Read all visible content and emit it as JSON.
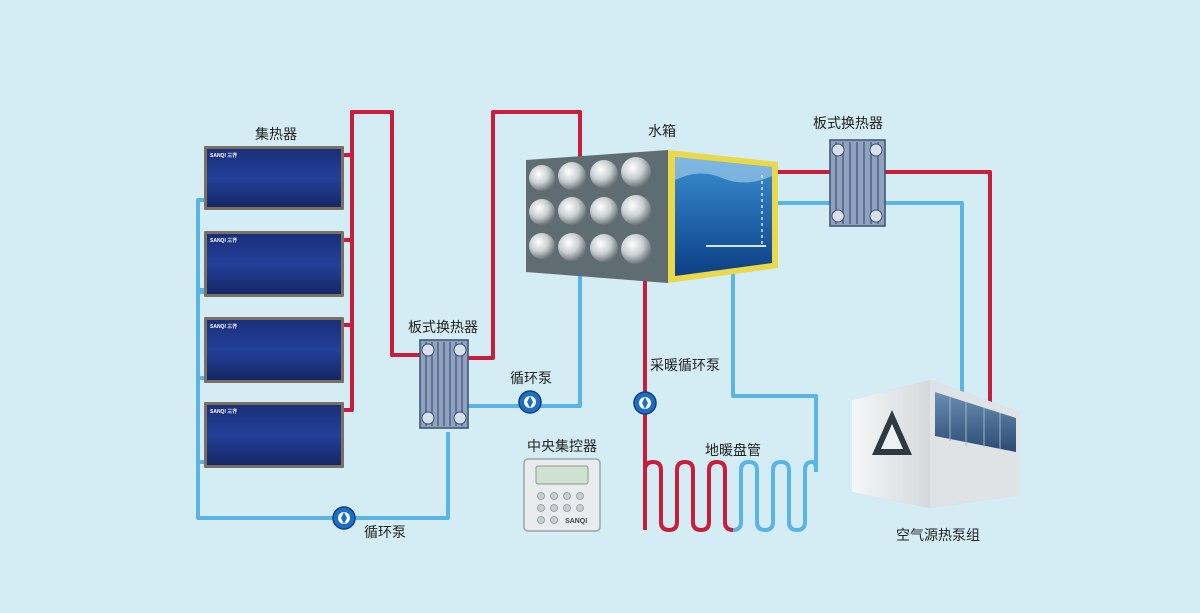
{
  "labels": {
    "collector": "集热器",
    "tank": "水箱",
    "hx_top": "板式换热器",
    "hx_left": "板式换热器",
    "pump_mid": "循环泵",
    "pump_bottom": "循环泵",
    "heating_pump": "采暖循环泵",
    "floor_coil": "地暖盘管",
    "controller": "中央集控器",
    "heat_pump_unit": "空气源热泵组"
  },
  "brand": {
    "panel_logo": "SANQI 三齐",
    "controller_logo": "SANQI"
  },
  "colors": {
    "background": "#d4ecf3",
    "hot_pipe": "#c81e3c",
    "cold_pipe": "#5bb4e6",
    "panel_blue": "#1a2e78",
    "tank_frame": "#e8d84a"
  }
}
